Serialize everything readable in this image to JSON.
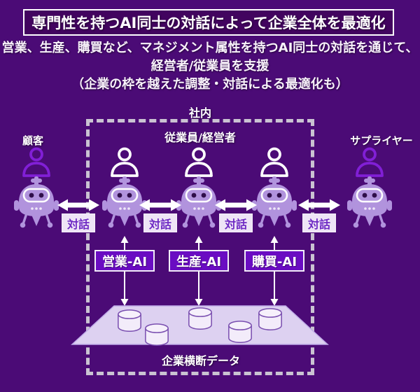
{
  "title": "専門性を持つAI同士の対話によって企業全体を最適化",
  "subtitle_lines": [
    "営業、生産、購買など、マネジメント属性を持つAI同士の対話を通じて、",
    "経営者/従業員を支援",
    "（企業の枠を越えた調整・対話による最適化も）"
  ],
  "diagram": {
    "scope_label": "社内",
    "customer_label": "顧客",
    "employees_label": "従業員/経営者",
    "supplier_label": "サプライヤー",
    "dialog_label": "対話",
    "ai_agents": [
      "営業-AI",
      "生産-AI",
      "購買-AI"
    ],
    "platform_label": "企業横断データ"
  },
  "icons": {
    "person": "person-icon",
    "robot": "robot-icon",
    "database": "database-icon",
    "dialog_arrow": "double-arrow-icon",
    "data_link": "vertical-double-arrow-icon"
  },
  "colors": {
    "background": "#4b0b76",
    "title_box_fill": "#42045f",
    "title_border": "#ffffff",
    "ai_box_fill": "#6a0cc2",
    "robot_body": "#b193dd",
    "person_outer": "#811fd6",
    "person_inner": "#ffffff",
    "dialog_box_bg": "#eee4f6",
    "dialog_text": "#6e2ac4",
    "platform_fill": "#ddd1f1",
    "cylinder_fill": "#f3ecfa",
    "dashed_border": "#cac3d2"
  }
}
